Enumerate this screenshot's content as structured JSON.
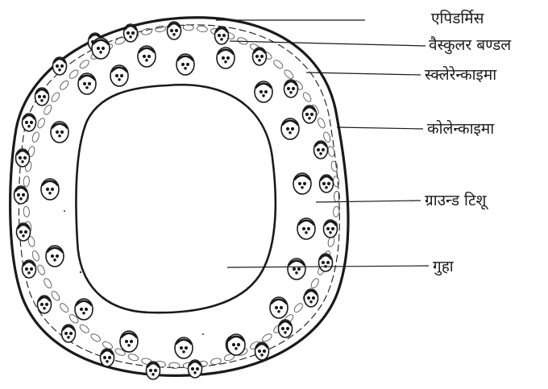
{
  "labels": {
    "epidermis": "एपिडर्मिस",
    "vascular_bundle": "वैस्कुलर बण्डल",
    "sclerenchyma": "स्क्लेरेन्काइमा",
    "collenchyma": "कोलेन्काइमा",
    "ground_tissue": "ग्राउन्ड टिशू",
    "cavity": "गुहा"
  }
}
